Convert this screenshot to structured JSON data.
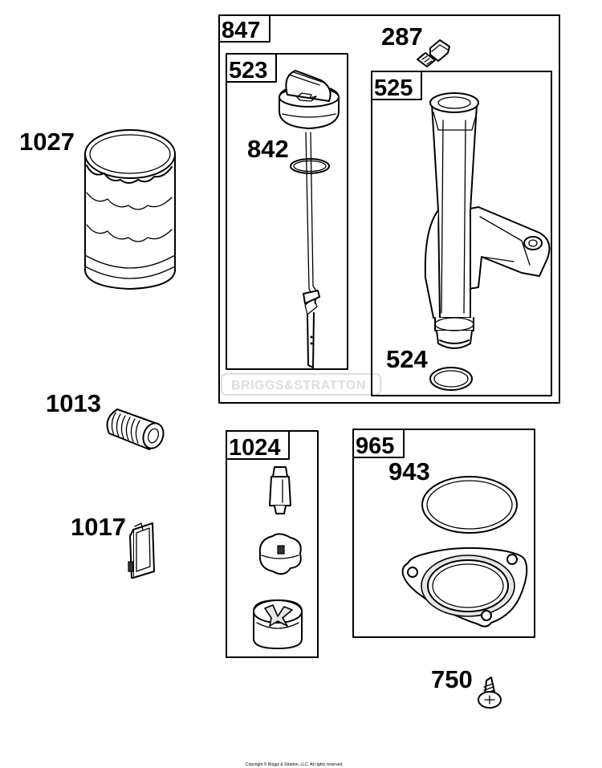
{
  "parts": {
    "p1027": "1027",
    "p1013": "1013",
    "p1017": "1017",
    "p287": "287",
    "p842": "842",
    "p524": "524",
    "p943": "943",
    "p750": "750"
  },
  "boxes": {
    "b847": "847",
    "b523": "523",
    "b525": "525",
    "b1024": "1024",
    "b965": "965"
  },
  "watermark": "BRIGGS&STRATTON",
  "copyright": "Copyright © Briggs & Stratton, LLC. All rights reserved."
}
